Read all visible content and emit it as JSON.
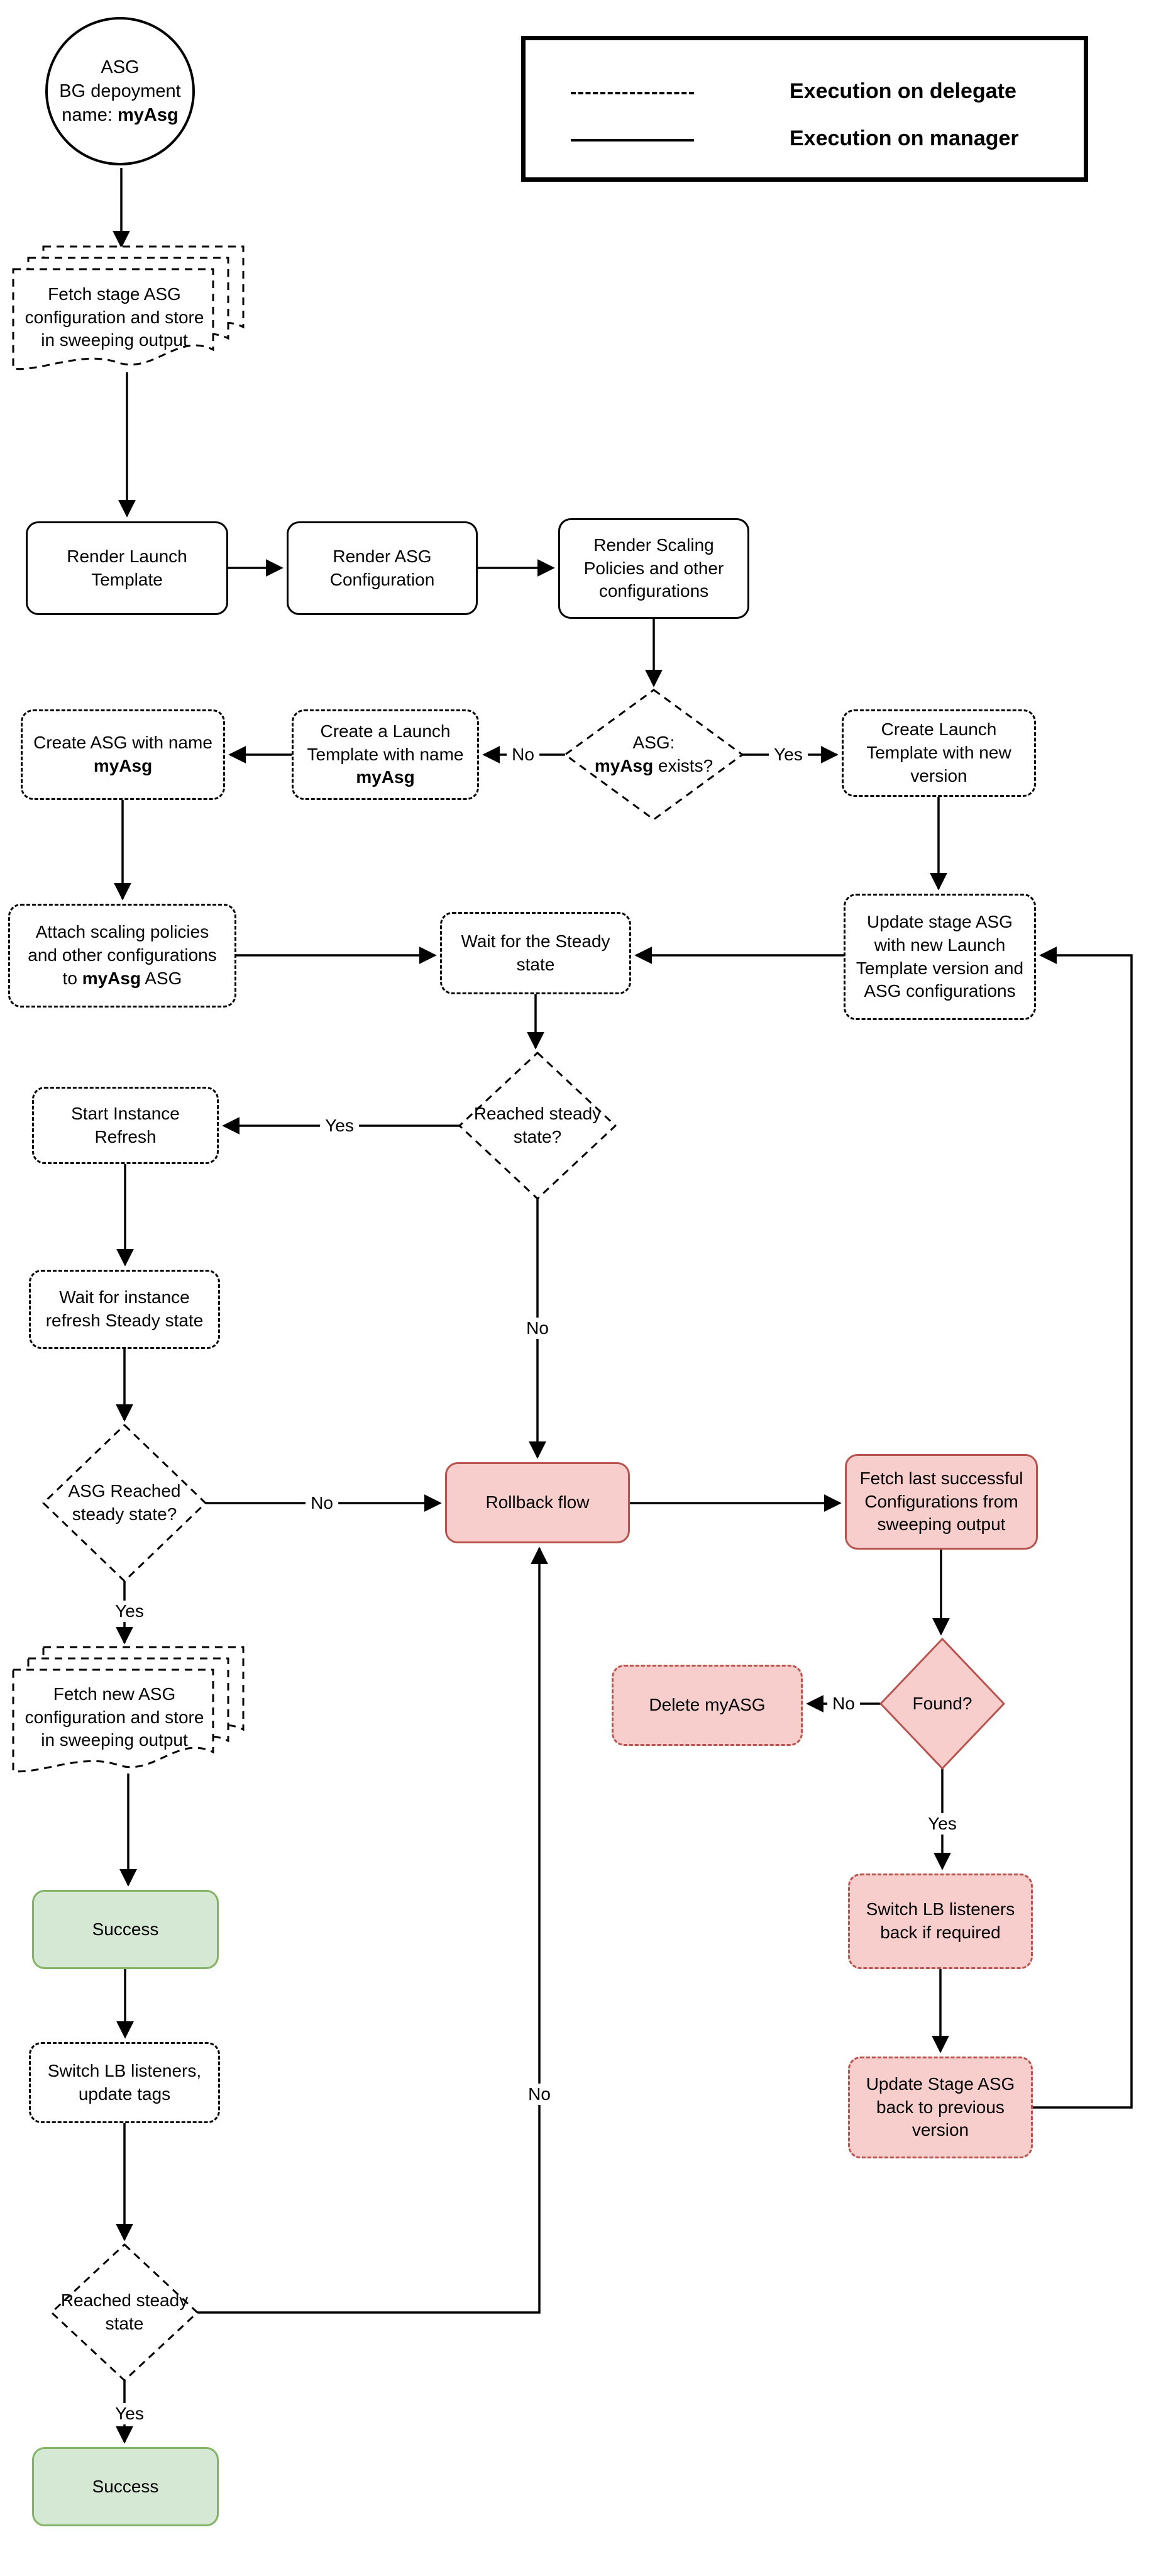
{
  "legend": {
    "delegate_label": "Execution on delegate",
    "manager_label": "Execution on manager"
  },
  "start": {
    "line1": "ASG",
    "line2": "BG depoyment",
    "line3_pre": "name: ",
    "line3_bold": "myAsg"
  },
  "nodes": {
    "fetch_stage": "Fetch stage ASG configuration and store in sweeping output",
    "render_launch": "Render Launch Template",
    "render_asg": "Render ASG Configuration",
    "render_scaling": "Render Scaling Policies and other configurations",
    "asg_exists_line1": "ASG:",
    "asg_exists_bold": "myAsg",
    "asg_exists_post": " exists?",
    "create_launch_new": "Create Launch Template with new version",
    "create_launch_named_pre": "Create a Launch Template with name ",
    "create_launch_named_bold": "myAsg",
    "create_asg_pre": "Create ASG with name ",
    "create_asg_bold": "myAsg",
    "attach_pre": "Attach scaling policies and other configurations to ",
    "attach_bold": "myAsg",
    "attach_post": " ASG",
    "wait_steady": "Wait for the Steady state",
    "update_stage": "Update stage ASG with new Launch Template version and ASG configurations",
    "reached_q": "Reached steady state?",
    "start_refresh": "Start Instance Refresh",
    "wait_refresh": "Wait for instance refresh Steady state",
    "asg_reached_q": "ASG Reached steady state?",
    "rollback": "Rollback flow",
    "fetch_last": "Fetch last successful Configurations from sweeping output",
    "found_q": "Found?",
    "delete_myasg": "Delete myASG",
    "fetch_new": "Fetch new ASG configuration and store in sweeping output",
    "success_mid": "Success",
    "switch_lb_tags": "Switch LB listeners, update tags",
    "switch_lb_back": "Switch LB listeners back if required",
    "update_back": "Update Stage ASG back to previous version",
    "reached_final": "Reached steady state",
    "success_final": "Success"
  },
  "edges": {
    "exists_no": "No",
    "exists_yes": "Yes",
    "steady_yes": "Yes",
    "steady_no": "No",
    "asg_no": "No",
    "asg_yes": "Yes",
    "found_no": "No",
    "found_yes": "Yes",
    "loop_no": "No",
    "final_yes": "Yes"
  },
  "colors": {
    "line": "#000000",
    "pink_fill": "#f8cecc",
    "pink_border": "#b85450",
    "green_fill": "#d5e8d4",
    "green_border": "#82b366"
  }
}
